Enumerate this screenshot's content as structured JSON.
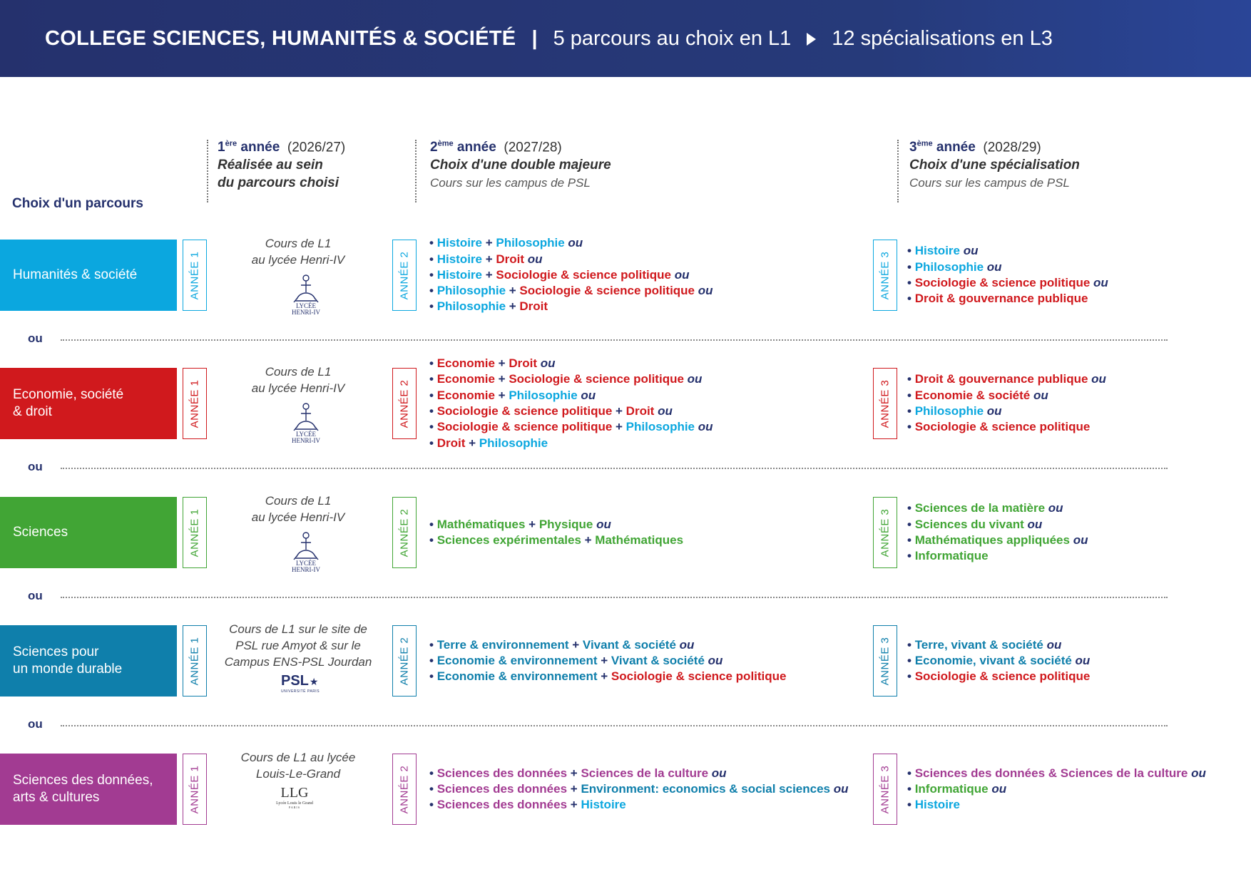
{
  "header": {
    "title": "COLLEGE SCIENCES, HUMANITÉS & SOCIÉTÉ",
    "separator": "|",
    "left": "5 parcours au choix en L1",
    "right": "12 spécialisations en L3"
  },
  "columns": {
    "year1": {
      "num": "1",
      "sup": "ère",
      "word": "année",
      "date": "(2026/27)",
      "sub1": "Réalisée au sein",
      "sub2": "du parcours choisi"
    },
    "year2": {
      "num": "2",
      "sup": "ème",
      "word": "année",
      "date": "(2027/28)",
      "sub": "Choix d'une double majeure",
      "campus": "Cours sur les campus de PSL"
    },
    "year3": {
      "num": "3",
      "sup": "ème",
      "word": "année",
      "date": "(2028/29)",
      "sub": "Choix d'une spécialisation",
      "campus": "Cours sur les campus de PSL"
    }
  },
  "choix_label": "Choix d'un parcours",
  "separator_word": "ou",
  "annee_labels": [
    "ANNÉE 1",
    "ANNÉE 2",
    "ANNÉE 3"
  ],
  "colors": {
    "header_bg": "#25316d",
    "navy": "#25316d",
    "humanites": "#0ba7df",
    "economie": "#d0191d",
    "sciences": "#41a535",
    "durable": "#0f7fab",
    "donnees": "#a23b92",
    "texte_histoire": "#0ba7df",
    "texte_droit": "#d0191d",
    "texte_sciences": "#41a535",
    "texte_durable": "#0f7fab",
    "texte_donnees": "#a23b92"
  },
  "rows": [
    {
      "name": "Humanités & société",
      "color": "#0ba7df",
      "l1_text": [
        "Cours de L1",
        "au lycée Henri-IV"
      ],
      "logo": "LYCÉE HENRI-IV",
      "y2": [
        [
          [
            "Histoire",
            "#0ba7df"
          ],
          [
            "+"
          ],
          [
            "Philosophie",
            "#0ba7df"
          ],
          [
            "ou"
          ]
        ],
        [
          [
            "Histoire",
            "#0ba7df"
          ],
          [
            "+"
          ],
          [
            "Droit",
            "#d0191d"
          ],
          [
            "ou"
          ]
        ],
        [
          [
            "Histoire",
            "#0ba7df"
          ],
          [
            "+"
          ],
          [
            "Sociologie & science politique",
            "#d0191d"
          ],
          [
            "ou"
          ]
        ],
        [
          [
            "Philosophie",
            "#0ba7df"
          ],
          [
            "+"
          ],
          [
            "Sociologie & science politique",
            "#d0191d"
          ],
          [
            "ou"
          ]
        ],
        [
          [
            "Philosophie",
            "#0ba7df"
          ],
          [
            "+"
          ],
          [
            "Droit",
            "#d0191d"
          ]
        ]
      ],
      "y3": [
        [
          [
            "Histoire",
            "#0ba7df"
          ],
          [
            "ou"
          ]
        ],
        [
          [
            "Philosophie",
            "#0ba7df"
          ],
          [
            "ou"
          ]
        ],
        [
          [
            "Sociologie & science politique",
            "#d0191d"
          ],
          [
            "ou"
          ]
        ],
        [
          [
            "Droit & gouvernance publique",
            "#d0191d"
          ]
        ]
      ]
    },
    {
      "name": "Economie, société & droit",
      "name_lines": [
        "Economie, société",
        "& droit"
      ],
      "color": "#d0191d",
      "l1_text": [
        "Cours de L1",
        "au lycée Henri-IV"
      ],
      "logo": "LYCÉE HENRI-IV",
      "y2": [
        [
          [
            "Economie",
            "#d0191d"
          ],
          [
            "+"
          ],
          [
            "Droit",
            "#d0191d"
          ],
          [
            "ou"
          ]
        ],
        [
          [
            "Economie",
            "#d0191d"
          ],
          [
            "+"
          ],
          [
            "Sociologie & science politique",
            "#d0191d"
          ],
          [
            "ou"
          ]
        ],
        [
          [
            "Economie",
            "#d0191d"
          ],
          [
            "+"
          ],
          [
            "Philosophie",
            "#0ba7df"
          ],
          [
            "ou"
          ]
        ],
        [
          [
            "Sociologie & science politique",
            "#d0191d"
          ],
          [
            "+"
          ],
          [
            "Droit",
            "#d0191d"
          ],
          [
            "ou"
          ]
        ],
        [
          [
            "Sociologie & science politique",
            "#d0191d"
          ],
          [
            "+"
          ],
          [
            "Philosophie",
            "#0ba7df"
          ],
          [
            "ou"
          ]
        ],
        [
          [
            "Droit",
            "#d0191d"
          ],
          [
            "+"
          ],
          [
            "Philosophie",
            "#0ba7df"
          ]
        ]
      ],
      "y3": [
        [
          [
            "Droit & gouvernance publique",
            "#d0191d"
          ],
          [
            "ou"
          ]
        ],
        [
          [
            "Economie & société",
            "#d0191d"
          ],
          [
            "ou"
          ]
        ],
        [
          [
            "Philosophie",
            "#0ba7df"
          ],
          [
            "ou"
          ]
        ],
        [
          [
            "Sociologie & science politique",
            "#d0191d"
          ]
        ]
      ]
    },
    {
      "name": "Sciences",
      "color": "#41a535",
      "l1_text": [
        "Cours de L1",
        "au lycée Henri-IV"
      ],
      "logo": "LYCÉE HENRI-IV",
      "y2": [
        [
          [
            "Mathématiques",
            "#41a535"
          ],
          [
            "+"
          ],
          [
            "Physique",
            "#41a535"
          ],
          [
            "ou"
          ]
        ],
        [
          [
            "Sciences expérimentales",
            "#41a535"
          ],
          [
            "+"
          ],
          [
            "Mathématiques",
            "#41a535"
          ]
        ]
      ],
      "y3": [
        [
          [
            "Sciences de la matière",
            "#41a535"
          ],
          [
            "ou"
          ]
        ],
        [
          [
            "Sciences du vivant",
            "#41a535"
          ],
          [
            "ou"
          ]
        ],
        [
          [
            "Mathématiques appliquées",
            "#41a535"
          ],
          [
            "ou"
          ]
        ],
        [
          [
            "Informatique",
            "#41a535"
          ]
        ]
      ]
    },
    {
      "name": "Sciences pour un monde durable",
      "name_lines": [
        "Sciences pour",
        "un monde durable"
      ],
      "color": "#0f7fab",
      "l1_text": [
        "Cours de L1 sur le site de",
        "PSL rue Amyot & sur le",
        "Campus ENS-PSL Jourdan"
      ],
      "logo": "PSL",
      "logo_sub": "UNIVERSITÉ PARIS",
      "y2": [
        [
          [
            "Terre & environnement",
            "#0f7fab"
          ],
          [
            "+"
          ],
          [
            "Vivant & société",
            "#0f7fab"
          ],
          [
            "ou"
          ]
        ],
        [
          [
            "Economie & environnement",
            "#0f7fab"
          ],
          [
            "+"
          ],
          [
            "Vivant & société",
            "#0f7fab"
          ],
          [
            "ou"
          ]
        ],
        [
          [
            "Economie & environnement",
            "#0f7fab"
          ],
          [
            "+"
          ],
          [
            "Sociologie & science politique",
            "#d0191d"
          ]
        ]
      ],
      "y3": [
        [
          [
            "Terre, vivant & société",
            "#0f7fab"
          ],
          [
            "ou"
          ]
        ],
        [
          [
            "Economie, vivant & société",
            "#0f7fab"
          ],
          [
            "ou"
          ]
        ],
        [
          [
            "Sociologie & science politique",
            "#d0191d"
          ]
        ]
      ]
    },
    {
      "name": "Sciences des données, arts & cultures",
      "name_lines": [
        "Sciences des données,",
        "arts & cultures"
      ],
      "color": "#a23b92",
      "l1_text": [
        "Cours de L1 au lycée",
        "Louis-Le-Grand"
      ],
      "logo": "LLG",
      "logo_sub": "Lycée Louis le Grand",
      "logo_sub2": "PARIS",
      "y2": [
        [
          [
            "Sciences des données",
            "#a23b92"
          ],
          [
            "+"
          ],
          [
            "Sciences de la culture",
            "#a23b92"
          ],
          [
            "ou"
          ]
        ],
        [
          [
            "Sciences des données",
            "#a23b92"
          ],
          [
            "+"
          ],
          [
            "Environment: economics & social sciences",
            "#0f7fab"
          ],
          [
            "ou"
          ]
        ],
        [
          [
            "Sciences des données",
            "#a23b92"
          ],
          [
            "+"
          ],
          [
            "Histoire",
            "#0ba7df"
          ]
        ]
      ],
      "y3": [
        [
          [
            "Sciences des données & Sciences de la culture",
            "#a23b92"
          ],
          [
            "ou"
          ]
        ],
        [
          [
            "Informatique",
            "#41a535"
          ],
          [
            "ou"
          ]
        ],
        [
          [
            "Histoire",
            "#0ba7df"
          ]
        ]
      ]
    }
  ]
}
